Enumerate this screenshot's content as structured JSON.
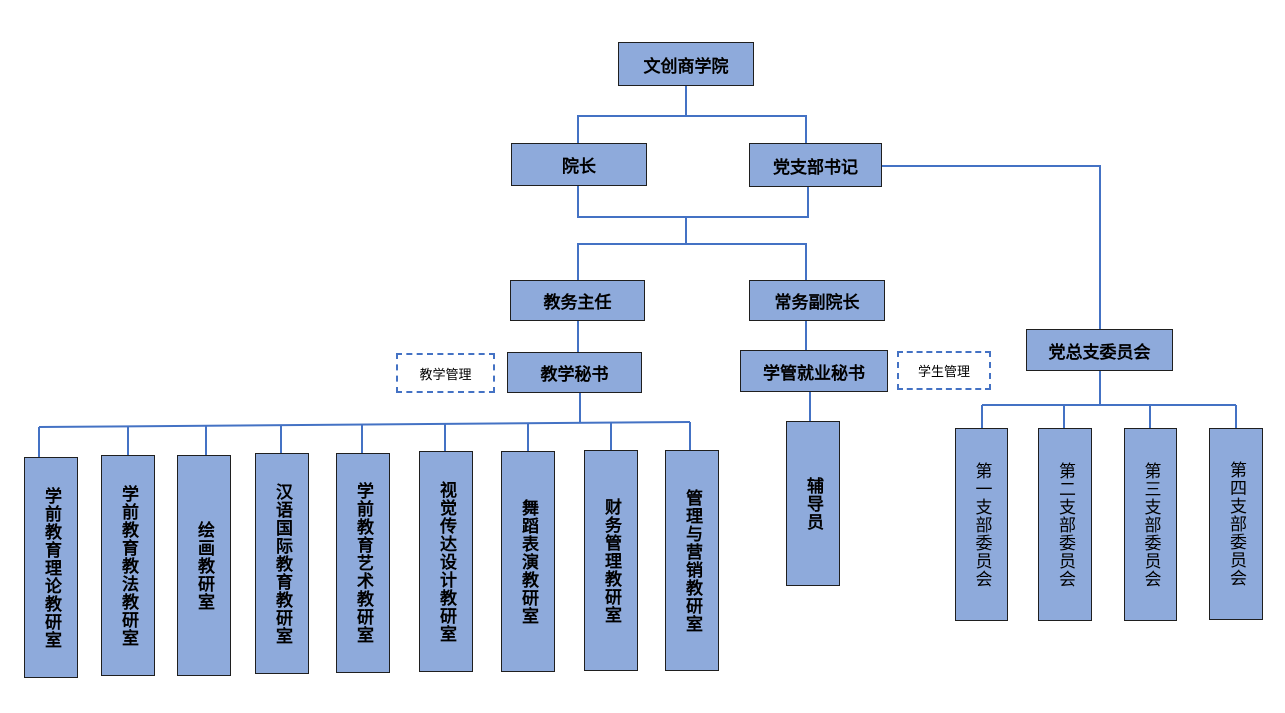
{
  "top": {
    "institute": "文创商学院"
  },
  "level2": {
    "dean": "院长",
    "party_secretary": "党支部书记"
  },
  "level3": {
    "academic_director": "教务主任",
    "executive_vice_dean": "常务副院长",
    "party_committee": "党总支委员会"
  },
  "level4": {
    "teaching_secretary": "教学秘书",
    "student_secretary": "学管就业秘书"
  },
  "notes": {
    "teaching_management": "教学管理",
    "student_management": "学生管理"
  },
  "counselor": "辅导员",
  "research_offices": [
    "学前教育理论教研室",
    "学前教育教法教研室",
    "绘画教研室",
    "汉语国际教育教研室",
    "学前教育艺术教研室",
    "视觉传达设计教研室",
    "舞蹈表演教研室",
    "财务管理教研室",
    "管理与营销教研室"
  ],
  "branches": [
    "第一支部委员会",
    "第二支部委员会",
    "第三支部委员会",
    "第四支部委员会"
  ],
  "colors": {
    "box_fill": "#8eaadb",
    "line": "#4472c4",
    "border": "#1f1f1f"
  }
}
